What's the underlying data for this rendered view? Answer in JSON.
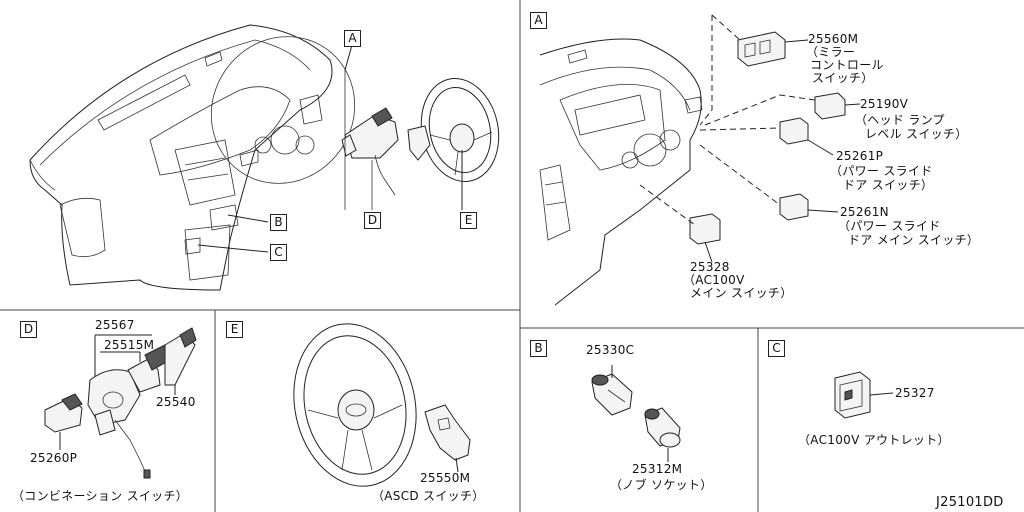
{
  "sections": {
    "A": "A",
    "B": "B",
    "C": "C",
    "D": "D",
    "E": "E"
  },
  "callouts": {
    "main_A": "A",
    "main_B": "B",
    "main_C": "C",
    "main_D": "D",
    "main_E": "E"
  },
  "parts": {
    "p25560M": {
      "number": "25560M",
      "desc": [
        "（ミラー",
        "コントロール",
        "スイッチ）"
      ]
    },
    "p25190V": {
      "number": "25190V",
      "desc": [
        "（ヘッド ランプ",
        "レベル スイッチ）"
      ]
    },
    "p25261P": {
      "number": "25261P",
      "desc": [
        "（パワー スライド",
        "ドア スイッチ）"
      ]
    },
    "p25261N": {
      "number": "25261N",
      "desc": [
        "（パワー スライド",
        "ドア メイン スイッチ）"
      ]
    },
    "p25328": {
      "number": "25328",
      "desc": [
        "（AC100V",
        "メイン スイッチ）"
      ]
    },
    "p25567": {
      "number": "25567"
    },
    "p25515M": {
      "number": "25515M"
    },
    "p25540": {
      "number": "25540"
    },
    "p25260P": {
      "number": "25260P"
    },
    "p25550M": {
      "number": "25550M"
    },
    "p25330C": {
      "number": "25330C"
    },
    "p25312M": {
      "number": "25312M"
    },
    "p25327": {
      "number": "25327"
    }
  },
  "captions": {
    "D": "（コンビネーション スイッチ）",
    "E": "（ASCD スイッチ）",
    "B": "（ノブ ソケット）",
    "C": "（AC100V アウトレット）"
  },
  "diagram_id": "J25101DD"
}
